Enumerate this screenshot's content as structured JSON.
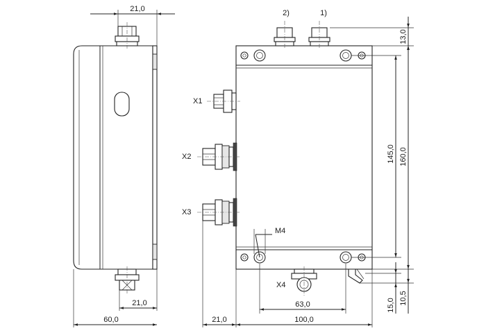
{
  "side_view": {
    "dim_top_width": "21,0",
    "dim_bottom_width": "21,0",
    "dim_overall_depth": "60,0"
  },
  "front_view": {
    "callout_left_top": "2)",
    "callout_right_top": "1)",
    "dim_connector_height": "13,0",
    "dim_hole_spacing_vertical": "145,0",
    "dim_overall_height": "160,0",
    "dim_thread": "M4",
    "dim_hole_spacing_horizontal": "63,0",
    "dim_connector_offset": "21,0",
    "dim_overall_width": "100,0",
    "dim_bottom_a": "15,0",
    "dim_bottom_b": "10,5"
  },
  "connectors": {
    "x1": "X1",
    "x2": "X2",
    "x3": "X3",
    "x4": "X4"
  }
}
